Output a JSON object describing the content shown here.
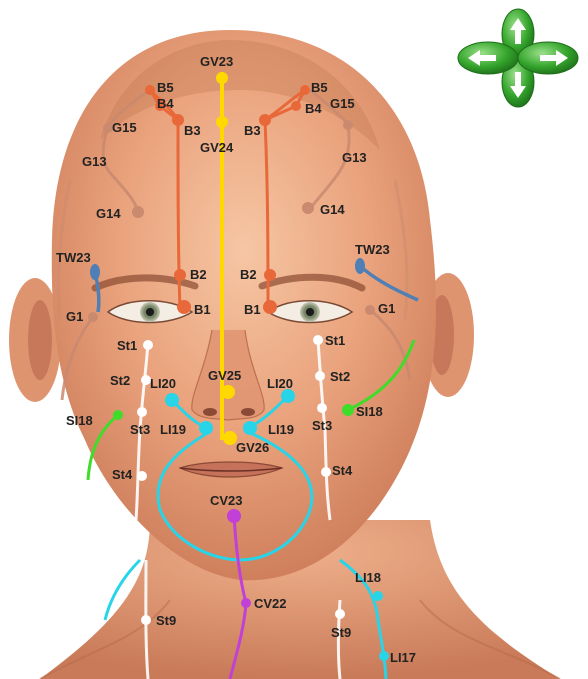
{
  "diagram": {
    "colors": {
      "background": "#ffffff",
      "skin": "#e8a07a",
      "skin_light": "#f4c2a2",
      "skin_shadow": "#c9775a",
      "hair": "#b06a45",
      "governing": "#ffd800",
      "bladder": "#e8683a",
      "gallbladder": "#c98a70",
      "triple_warmer": "#4f7fb5",
      "stomach": "#ffffff",
      "large_intestine": "#28d4e8",
      "small_intestine": "#3fdc2a",
      "conception": "#c040d8",
      "nav_green": "#2e9e2a"
    },
    "points": {
      "gv23": "GV23",
      "gv24": "GV24",
      "gv25": "GV25",
      "gv26": "GV26",
      "b5_left": "B5",
      "b4_left": "B4",
      "b3_left": "B3",
      "b5_right": "B5",
      "b4_right": "B4",
      "b3_right": "B3",
      "b2_left": "B2",
      "b1_left": "B1",
      "b2_right": "B2",
      "b1_right": "B1",
      "g15_left": "G15",
      "g13_left": "G13",
      "g14_left": "G14",
      "g15_right": "G15",
      "g13_right": "G13",
      "g14_right": "G14",
      "g1_left": "G1",
      "g1_right": "G1",
      "tw23_left": "TW23",
      "tw23_right": "TW23",
      "st1_left": "St1",
      "st2_left": "St2",
      "st3_left": "St3",
      "st4_left": "St4",
      "st1_right": "St1",
      "st2_right": "St2",
      "st3_right": "St3",
      "st4_right": "St4",
      "st9_left": "St9",
      "st9_right": "St9",
      "li20_left": "LI20",
      "li19_left": "LI19",
      "li20_right": "LI20",
      "li19_right": "LI19",
      "si18_left": "SI18",
      "si18_right": "SI18",
      "cv23": "CV23",
      "cv22": "CV22",
      "li18": "LI18",
      "li17": "LI17"
    },
    "nav_icons": {
      "up": "arrow-up-icon",
      "down": "arrow-down-icon",
      "left": "arrow-left-icon",
      "right": "arrow-right-icon"
    }
  }
}
